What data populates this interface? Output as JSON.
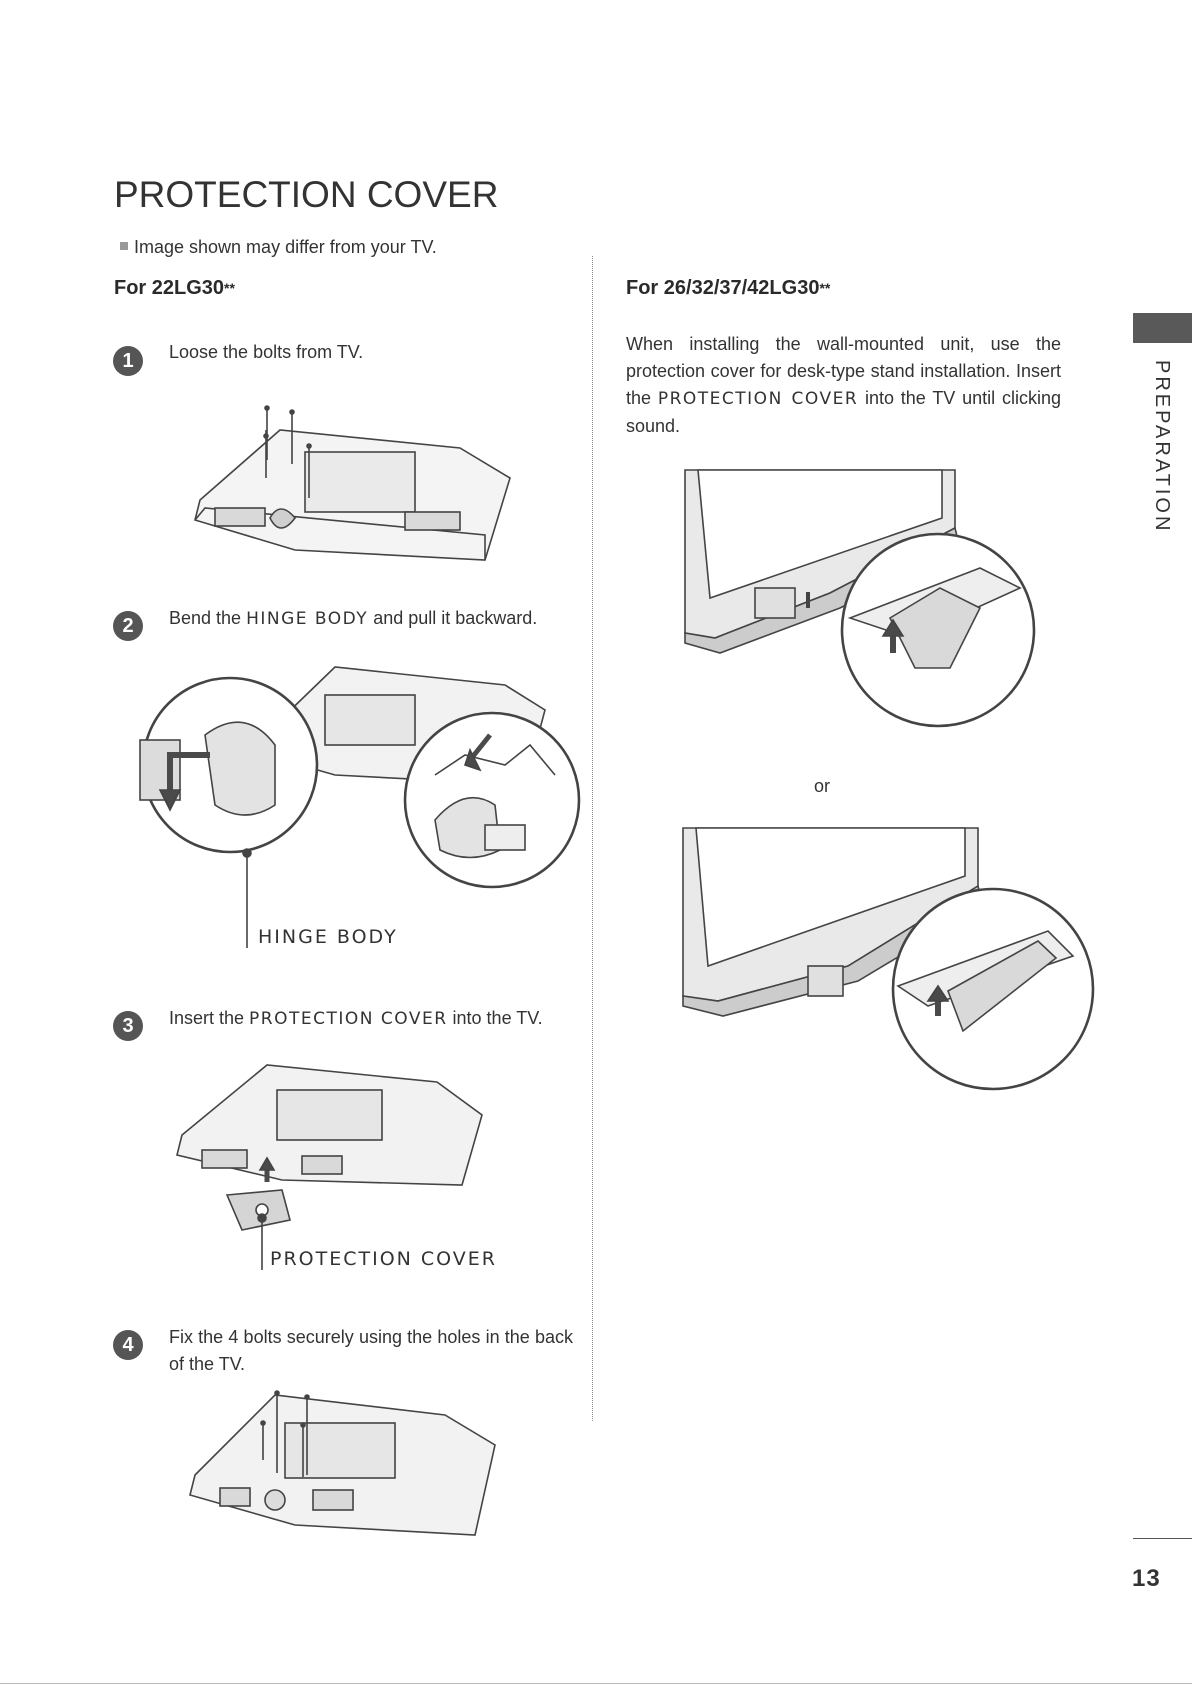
{
  "title": "PROTECTION COVER",
  "note": "Image shown may differ from your TV.",
  "left": {
    "heading": "For 22LG30",
    "heading_suffix": "**",
    "steps": [
      {
        "num": "1",
        "text": "Loose the bolts from TV."
      },
      {
        "num": "2",
        "pre": "Bend the ",
        "kw": "HINGE BODY",
        "post": " and pull it backward."
      },
      {
        "num": "3",
        "pre": "Insert the ",
        "kw": "PROTECTION COVER",
        "post": " into the TV."
      },
      {
        "num": "4",
        "text": "Fix the 4 bolts securely using the holes in the back of the TV."
      }
    ],
    "callouts": {
      "hinge": "HINGE BODY",
      "cover": "PROTECTION COVER"
    }
  },
  "right": {
    "heading": "For 26/32/37/42LG30",
    "heading_suffix": "**",
    "para_pre": "When installing the wall-mounted unit, use the protection cover for desk-type stand installation. Insert the ",
    "para_kw": "PROTECTION COVER",
    "para_post": " into the TV until clicking sound.",
    "or": "or"
  },
  "side_label": "PREPARATION",
  "page_number": "13",
  "colors": {
    "text": "#333333",
    "badge": "#555555",
    "tab": "#595959",
    "line_art": "#444444",
    "shade": "#d9d9d9"
  }
}
